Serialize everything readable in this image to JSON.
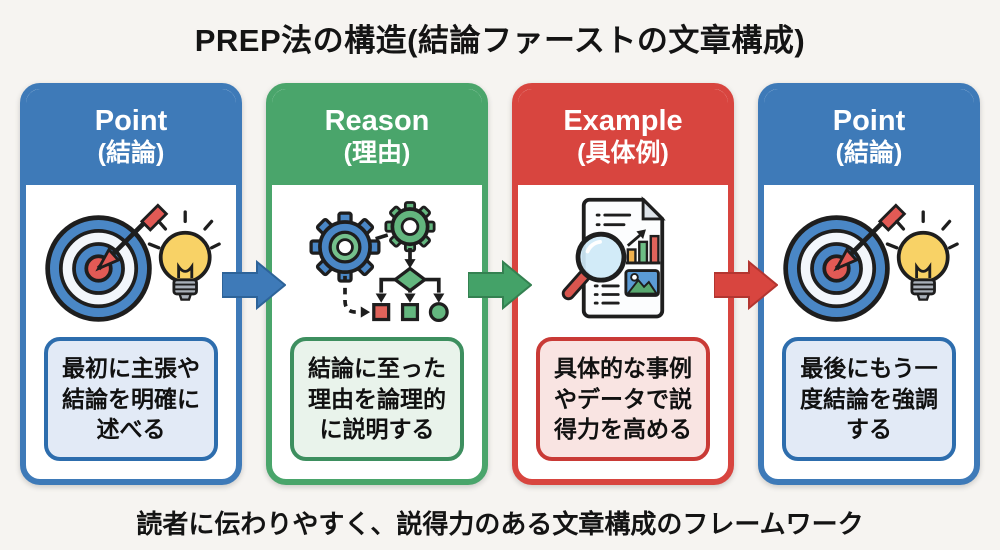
{
  "page": {
    "title": "PREP法の構造(結論ファーストの文章構成)",
    "footer": "読者に伝わりやすく、説得力のある文章構成のフレームワーク",
    "background_color": "#f6f4f1"
  },
  "cards": [
    {
      "title_en": "Point",
      "title_jp": "(結論)",
      "description": "最初に主張や結論を明確に述べる",
      "icon": "target-bulb-icon",
      "theme_color": "#3e7ab8",
      "box_bg": "#e2eaf6",
      "box_border": "#2d6dad"
    },
    {
      "title_en": "Reason",
      "title_jp": "(理由)",
      "description": "結論に至った理由を論理的に説明する",
      "icon": "gears-flowchart-icon",
      "theme_color": "#4aa56b",
      "box_bg": "#e9f3eb",
      "box_border": "#3d8f5f"
    },
    {
      "title_en": "Example",
      "title_jp": "(具体例)",
      "description": "具体的な事例やデータで説得力を高める",
      "icon": "document-magnifier-icon",
      "theme_color": "#d8453f",
      "box_bg": "#f9e4e2",
      "box_border": "#c93a36"
    },
    {
      "title_en": "Point",
      "title_jp": "(結論)",
      "description": "最後にもう一度結論を強調する",
      "icon": "target-bulb-icon",
      "theme_color": "#3e7ab8",
      "box_bg": "#e2eaf6",
      "box_border": "#2d6dad"
    }
  ],
  "arrows": [
    {
      "direction": "right",
      "color": "#3e7ab8"
    },
    {
      "direction": "right",
      "color": "#44a268"
    },
    {
      "direction": "right",
      "color": "#d8453f"
    }
  ]
}
